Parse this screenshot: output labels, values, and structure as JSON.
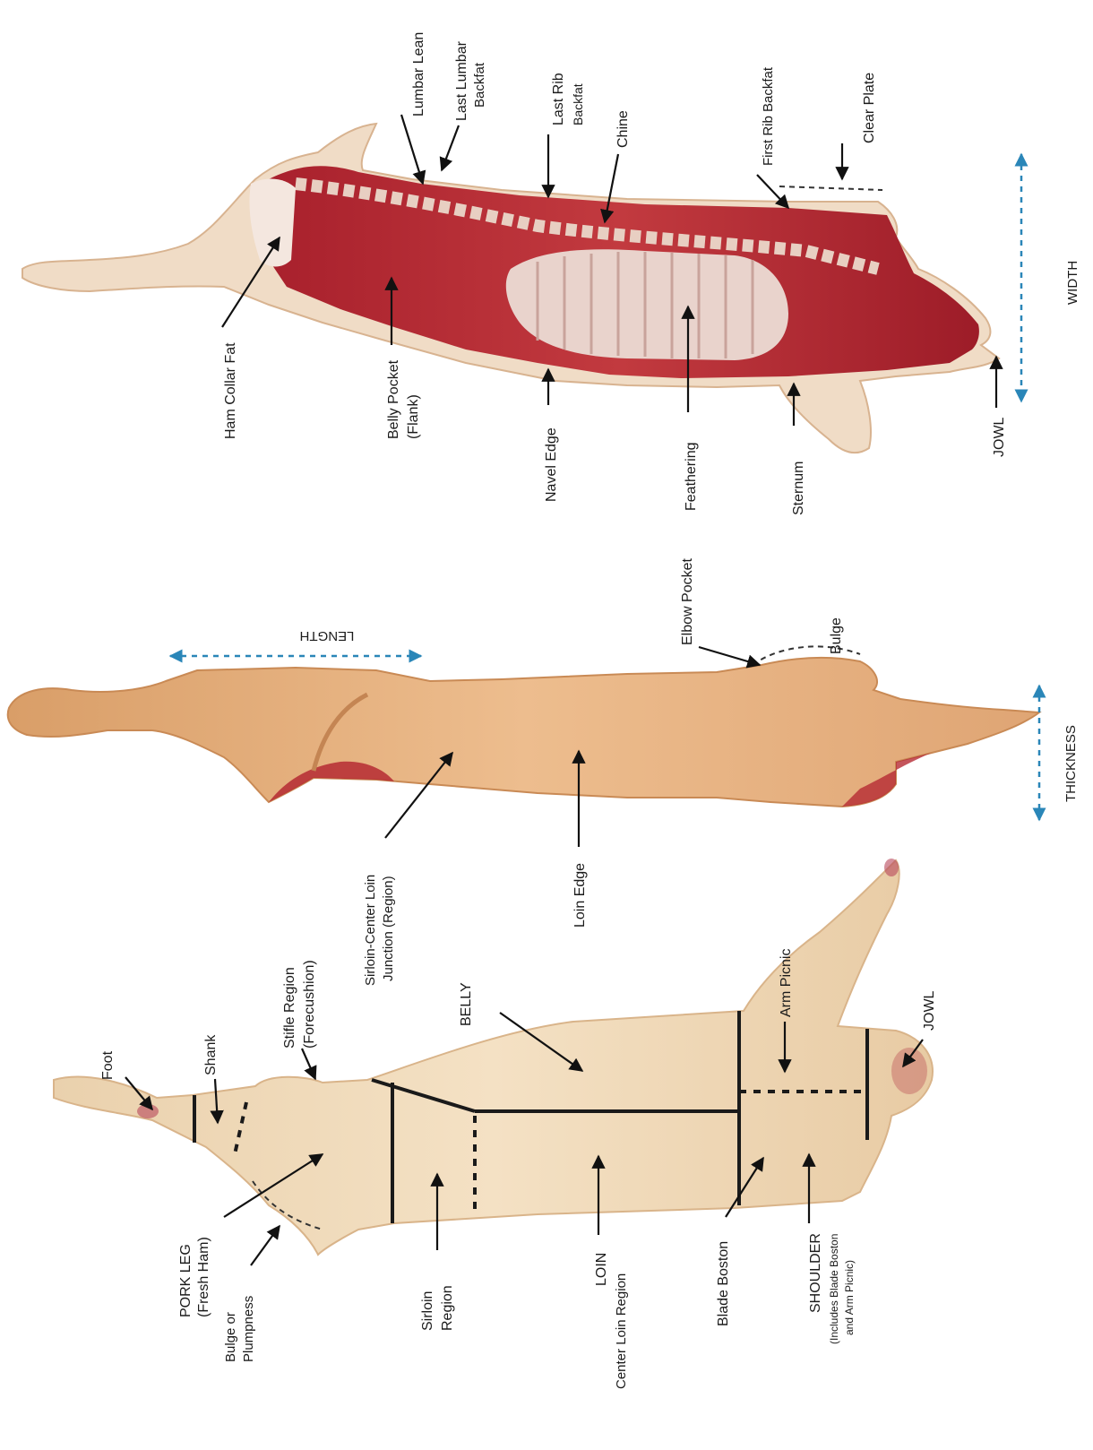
{
  "colors": {
    "skin_light": "#f1d9b8",
    "skin_side": "#e6b483",
    "lean_red": "#b52a33",
    "fat_white": "#efe2d8",
    "dimension_blue": "#2a86b8",
    "label_ink": "#1a1a1a"
  },
  "panel_exterior": {
    "labels": {
      "foot": "Foot",
      "shank": "Shank",
      "stifle_region_line1": "Stifle Region",
      "stifle_region_line2": "(Forecushion)",
      "belly": "BELLY",
      "arm_picnic": "Arm Picnic",
      "jowl": "JOWL",
      "pork_leg_line1": "PORK LEG",
      "pork_leg_line2": "(Fresh Ham)",
      "bulge_line1": "Bulge or",
      "bulge_line2": "Plumpness",
      "sirloin_line1": "Sirloin",
      "sirloin_line2": "Region",
      "loin_line1": "LOIN",
      "loin_line2": "Center Loin Region",
      "blade_boston": "Blade Boston",
      "shoulder_line1": "SHOULDER",
      "shoulder_line2": "(Includes Blade Boston",
      "shoulder_line3": "and Arm Picnic)"
    }
  },
  "panel_side": {
    "labels": {
      "length": "LENGTH",
      "elbow_pocket": "Elbow Pocket",
      "bulge": "Bulge",
      "sirloin_junction_line1": "Sirloin-Center Loin",
      "sirloin_junction_line2": "Junction (Region)",
      "loin_edge": "Loin Edge",
      "thickness": "THICKNESS"
    }
  },
  "panel_interior": {
    "labels": {
      "lumbar_lean": "Lumbar Lean",
      "last_lumbar_line1": "Last Lumbar",
      "last_lumbar_line2": "Backfat",
      "last_rib_line1": "Last Rib",
      "last_rib_line2": "Backfat",
      "chine": "Chine",
      "first_rib_backfat": "First Rib Backfat",
      "clear_plate": "Clear Plate",
      "ham_collar_fat": "Ham Collar Fat",
      "belly_pocket_line1": "Belly Pocket",
      "belly_pocket_line2": "(Flank)",
      "navel_edge": "Navel Edge",
      "feathering": "Feathering",
      "sternum": "Sternum",
      "jowl": "JOWL",
      "width": "WIDTH"
    }
  }
}
